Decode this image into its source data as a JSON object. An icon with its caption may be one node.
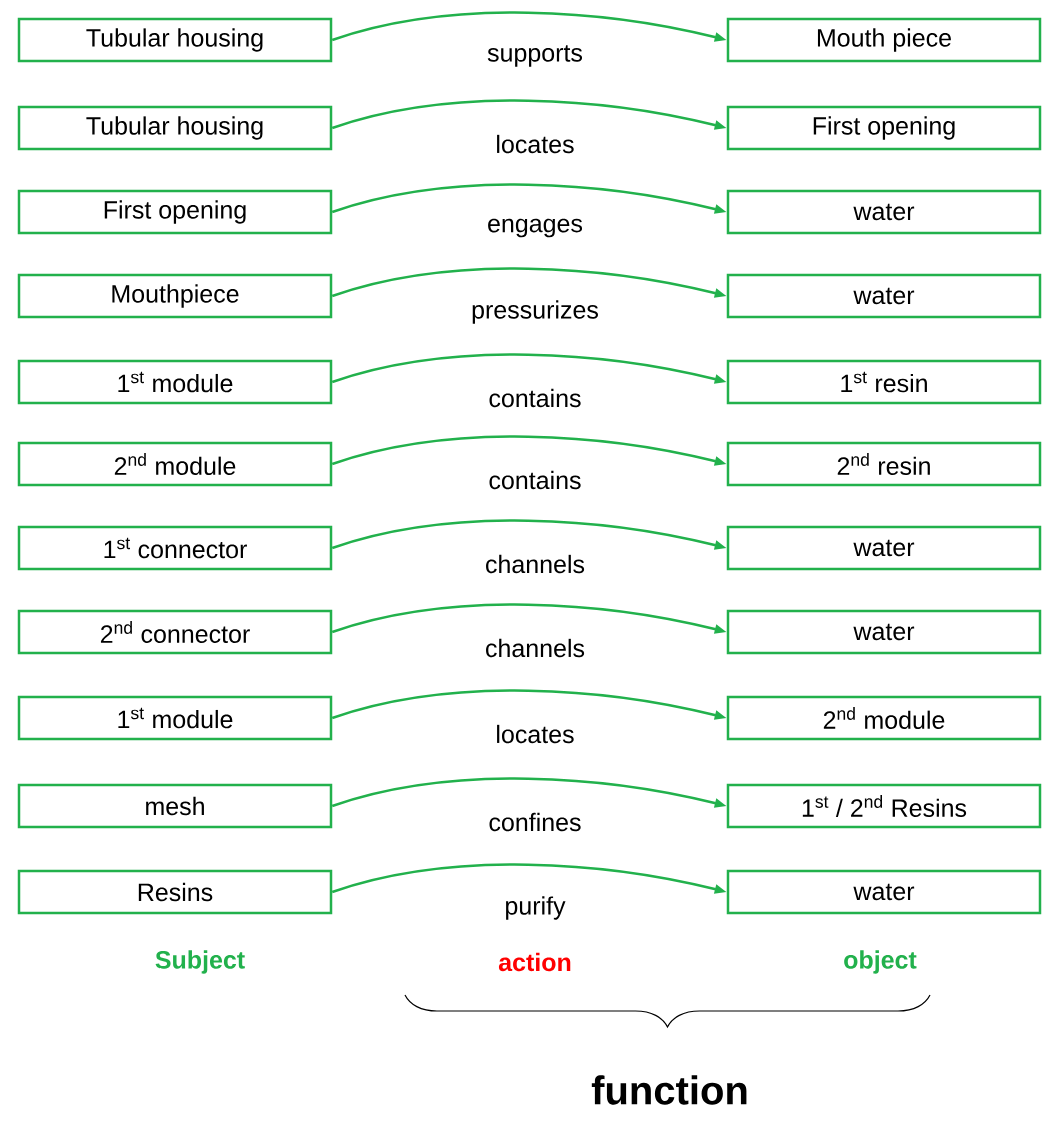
{
  "diagram": {
    "nodes": [
      {
        "text": [
          "Tubular housing"
        ]
      },
      {
        "text": [
          "Mouth piece"
        ]
      },
      {
        "text": [
          "Tubular housing"
        ]
      },
      {
        "text": [
          "First opening"
        ]
      },
      {
        "text": [
          "First opening"
        ]
      },
      {
        "text": [
          "water"
        ]
      },
      {
        "text": [
          "Mouthpiece"
        ]
      },
      {
        "text": [
          "water"
        ]
      },
      {
        "text": [
          "1$^{st}$ module"
        ]
      },
      {
        "text": [
          "1$^{st}$ resin"
        ]
      },
      {
        "text": [
          "2$^{nd}$ module"
        ]
      },
      {
        "text": [
          "2$^{nd}$ resin"
        ]
      },
      {
        "text": [
          "1$^{st}$ connector"
        ]
      },
      {
        "text": [
          "water"
        ]
      },
      {
        "text": [
          "2$^{nd}$ connector"
        ]
      },
      {
        "text": [
          "water"
        ]
      },
      {
        "text": [
          "1$^{st}$ module"
        ]
      },
      {
        "text": [
          "2$^{nd}$ module"
        ]
      },
      {
        "text": [
          "mesh"
        ]
      },
      {
        "text": [
          "1$^{st}$ / 2$^{nd}$ Resins"
        ]
      },
      {
        "text": [
          "Resins"
        ]
      },
      {
        "text": [
          "water"
        ]
      }
    ],
    "edges": [
      {
        "from": 0,
        "to": 1,
        "arrow": "to",
        "label": "supports"
      },
      {
        "from": 2,
        "to": 3,
        "arrow": "to",
        "label": "locates"
      },
      {
        "from": 4,
        "to": 5,
        "arrow": "to",
        "label": "engages"
      },
      {
        "from": 6,
        "to": 7,
        "arrow": "to",
        "label": "pressurizes"
      },
      {
        "from": 8,
        "to": 9,
        "arrow": "to",
        "label": "contains"
      },
      {
        "from": 10,
        "to": 11,
        "arrow": "to",
        "label": "contains"
      },
      {
        "from": 12,
        "to": 13,
        "arrow": "to",
        "label": "channels"
      },
      {
        "from": 14,
        "to": 15,
        "arrow": "to",
        "label": "channels"
      },
      {
        "from": 16,
        "to": 17,
        "arrow": "to",
        "label": "locates"
      },
      {
        "from": 18,
        "to": 19,
        "arrow": "to",
        "label": "confines"
      },
      {
        "from": 20,
        "to": 21,
        "arrow": "to",
        "label": "purify"
      }
    ],
    "labels": [
      "Subject",
      "action",
      "object",
      "function"
    ]
  }
}
